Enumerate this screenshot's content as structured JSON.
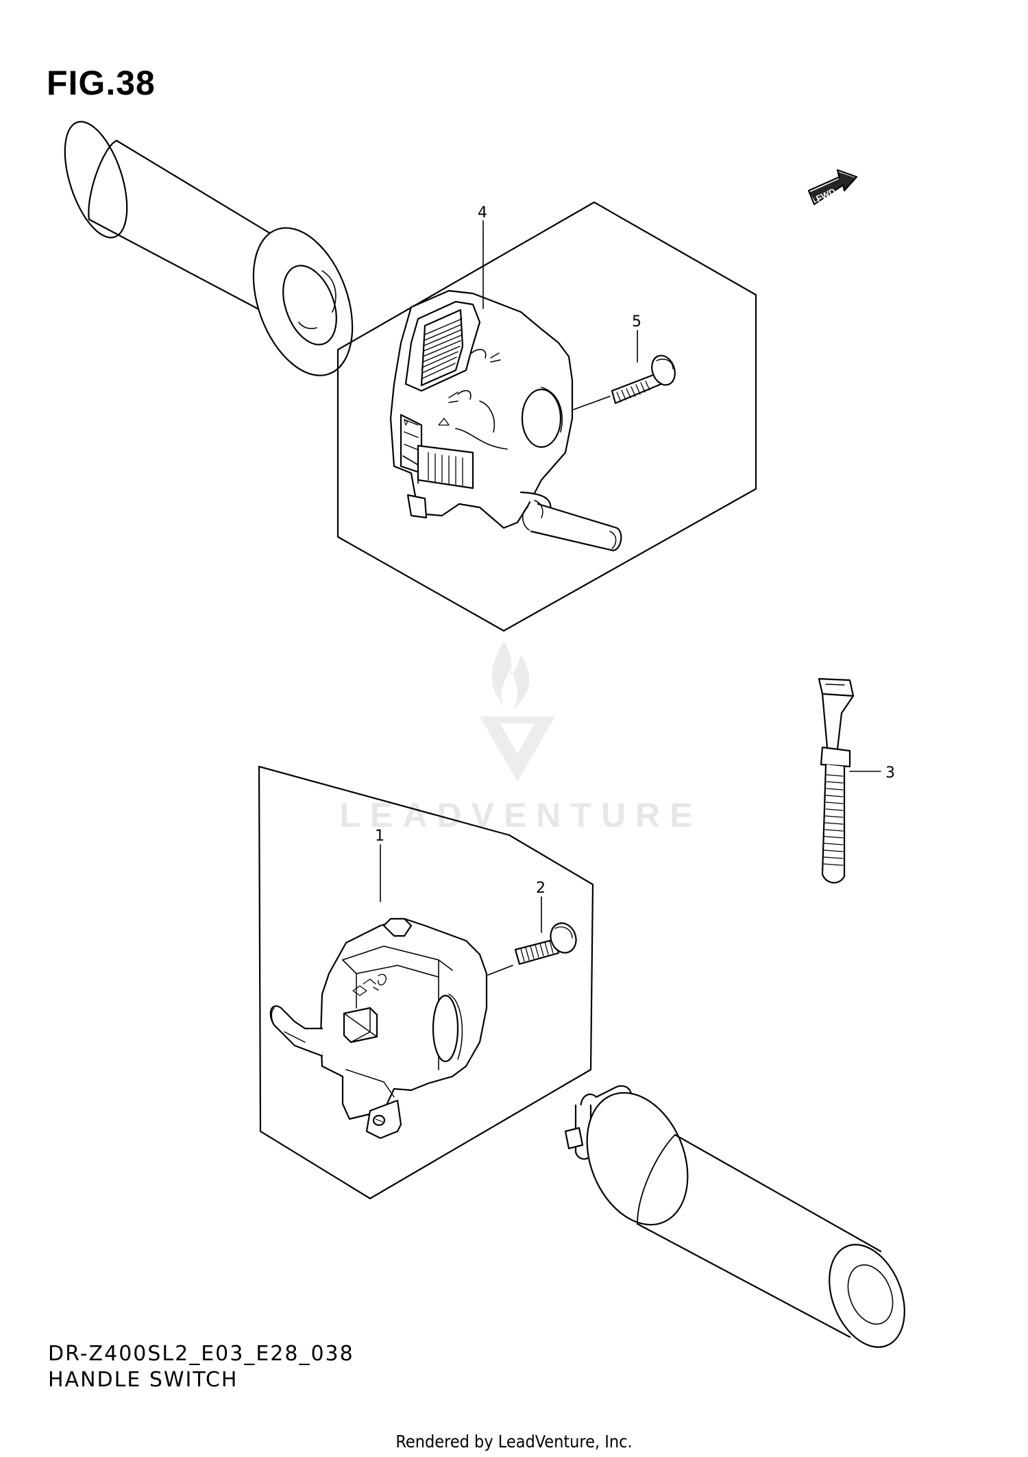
{
  "figure": {
    "title": "FIG.38"
  },
  "model": {
    "code": "DR-Z400SL2_E03_E28_038",
    "name": "HANDLE SWITCH"
  },
  "fwd_label": "FWD",
  "callouts": {
    "p1": "1",
    "p2": "2",
    "p3": "3",
    "p4": "4",
    "p5": "5"
  },
  "watermark": {
    "text": "LEADVENTURE"
  },
  "footer": {
    "text": "Rendered by LeadVenture, Inc."
  }
}
